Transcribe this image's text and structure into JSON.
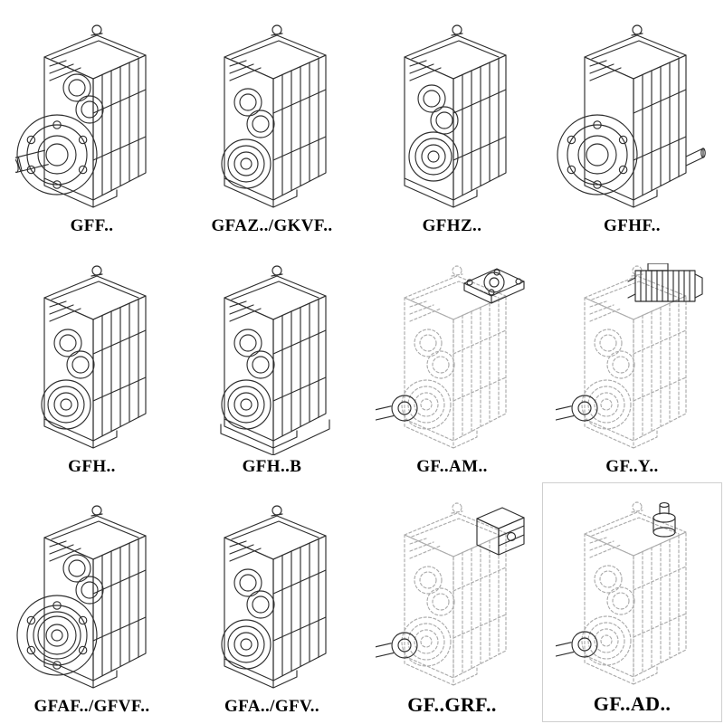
{
  "page": {
    "background": "#ffffff",
    "ink_color": "#2e2e2e",
    "phantom_line_color": "#ababab",
    "box_border_color": "#cfcfcf"
  },
  "cells": [
    {
      "label": "GFF..",
      "drawing": "gearbox-output-flange-solid-shaft"
    },
    {
      "label": "GFAZ../GKVF..",
      "drawing": "gearbox-hollow-shaft"
    },
    {
      "label": "GFHZ..",
      "drawing": "gearbox-hollow-shaft-shrink-disc"
    },
    {
      "label": "GFHF..",
      "drawing": "gearbox-b5-flange"
    },
    {
      "label": "GFH..",
      "drawing": "gearbox-hollow-shaft-foot-mounted"
    },
    {
      "label": "GFH..B",
      "drawing": "gearbox-hollow-shaft-base-plate"
    },
    {
      "label": "GF..AM..",
      "drawing": "gearbox-iec-motor-adapter-phantom"
    },
    {
      "label": "GF..Y..",
      "drawing": "gearbox-with-motor-phantom"
    },
    {
      "label": "GFAF../GFVF..",
      "drawing": "gearbox-flange-hollow-shaft"
    },
    {
      "label": "GFA../GFV..",
      "drawing": "gearbox-hollow-shaft-shaft-mounted"
    },
    {
      "label": "GF..GRF..",
      "drawing": "gearbox-gear-adapter-phantom"
    },
    {
      "label": "GF..AD..",
      "drawing": "gearbox-input-shaft-adapter-phantom"
    }
  ]
}
